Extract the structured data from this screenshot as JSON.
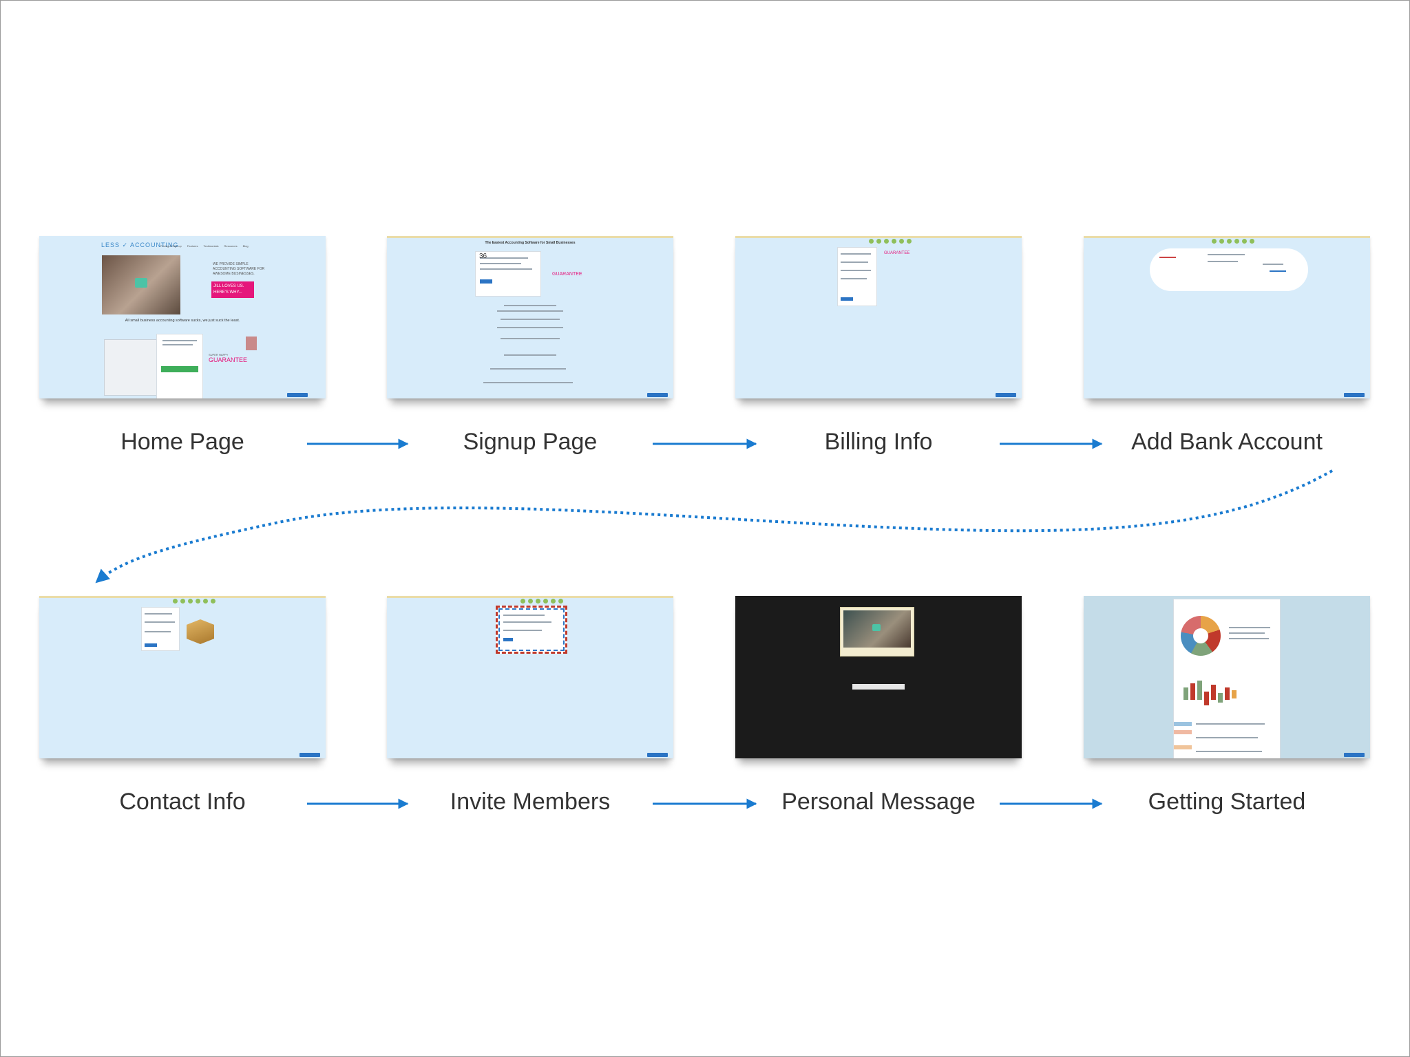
{
  "steps": [
    {
      "label": "Home Page"
    },
    {
      "label": "Signup Page"
    },
    {
      "label": "Billing Info"
    },
    {
      "label": "Add Bank Account"
    },
    {
      "label": "Contact Info"
    },
    {
      "label": "Invite Members"
    },
    {
      "label": "Personal Message"
    },
    {
      "label": "Getting Started"
    }
  ],
  "home": {
    "nav": [
      "Pricing & Sign up",
      "Features",
      "Testimonials",
      "Resources",
      "Blog"
    ],
    "tagline": "WE PROVIDE SIMPLE ACCOUNTING SOFTWARE FOR AWESOME BUSINESSES.",
    "badge": "JILL LOVES US. HERE'S WHY...",
    "headline": "All small business accounting software sucks, we just suck the least.",
    "guarantee": "GUARANTEE",
    "super_happy": "SUPER HAPPY"
  },
  "signup": {
    "title": "The Easiest Accounting Software for Small Businesses",
    "counter": "36",
    "guarantee": "GUARANTEE"
  },
  "billing": {
    "guarantee": "GUARANTEE"
  },
  "colors": {
    "arrow": "#1a7bd0",
    "thumb_bg": "#d8ecfa",
    "label": "#333333",
    "accent_pink": "#e5177b",
    "cta_blue": "#2b74c4",
    "step_green": "#8fbf5a"
  },
  "icons": {
    "video": "video-play-icon",
    "box": "package-box-icon"
  }
}
